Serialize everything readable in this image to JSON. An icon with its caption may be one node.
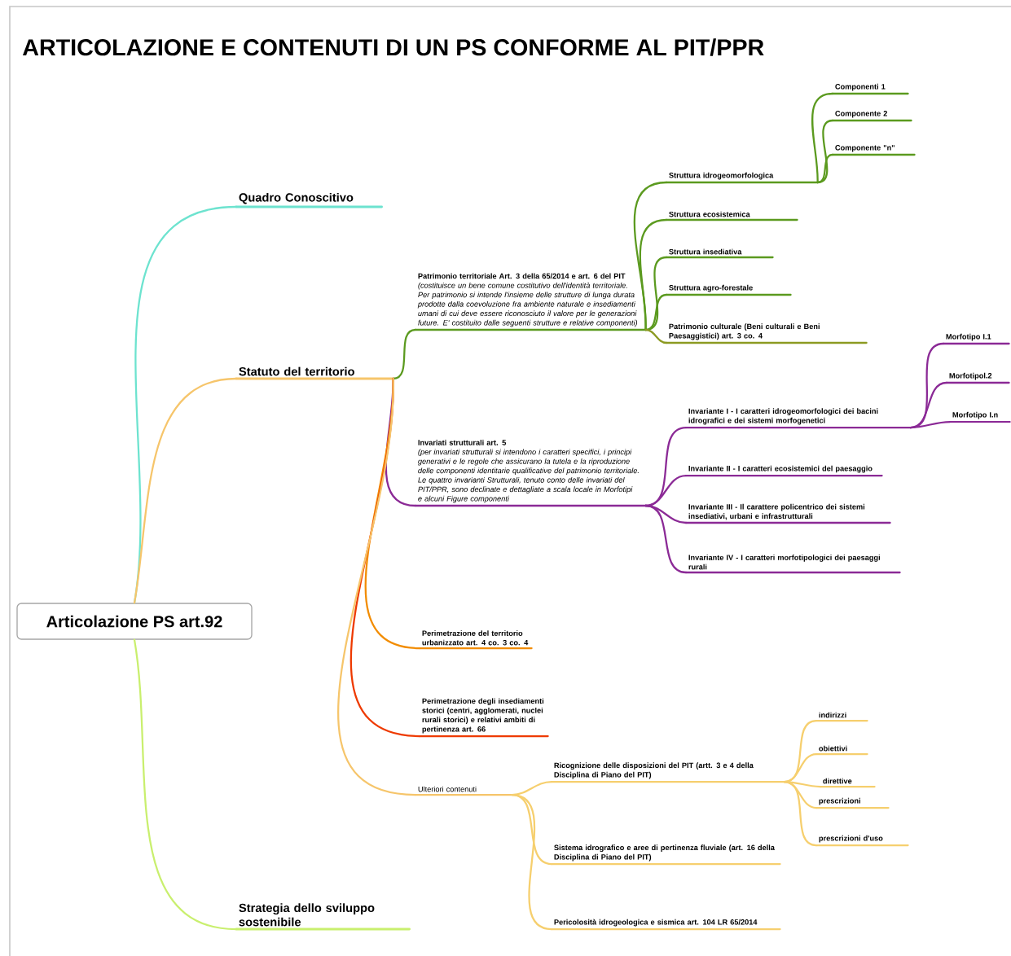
{
  "diagram": {
    "title": "ARTICOLAZIONE E CONTENUTI DI UN PS CONFORME AL PIT/PPR",
    "nodes": [
      {
        "text": [
          "Articolazione PS art.92"
        ]
      },
      {
        "text": [
          "Quadro Conoscitivo"
        ]
      },
      {
        "text": [
          "Statuto del territorio"
        ]
      },
      {
        "text": [
          "Strategia dello sviluppo sostenibile"
        ]
      },
      {
        "text": [
          "**Patrimonio territoriale Art. 3 della 65/2014 e art. 6 del PIT** *(costituisce un bene comune costitutivo dell'identità territoriale. Per patrimonio si intende l'insieme delle strutture di lunga durata prodotte dalla coevoluzione fra ambiente naturale e insediamenti umani di cui deve essere riconosciuto il valore per le generazioni future. E' costituito dalle seguenti strutture e relative componenti)*"
        ]
      },
      {
        "text": [
          "Struttura idrogeomorfologica"
        ]
      },
      {
        "text": [
          "Componenti 1"
        ]
      },
      {
        "text": [
          "Componente 2"
        ]
      },
      {
        "text": [
          "Componente \"n\""
        ]
      },
      {
        "text": [
          "Struttura ecosistemica"
        ]
      },
      {
        "text": [
          "Struttura insediativa"
        ]
      },
      {
        "text": [
          "Struttura agro-forestale"
        ]
      },
      {
        "text": [
          "Patrimonio culturale (Beni culturali e Beni Paesaggistici) art. 3 co. 4"
        ]
      },
      {
        "text": [
          "Invariati strutturali art. 5",
          "(per invariati strutturali si intendono i caratteri specifici, i principi generativi e le regole che assicurano la tutela e la riproduzione delle componenti identitarie qualificative del patrimonio territoriale.  Le quattro invarianti Strutturali, tenuto conto delle invariati del  PIT/PPR, sono declinate e dettagliate a scala locale in Morfotipi e alcuni Figure componenti"
        ]
      },
      {
        "text": [
          "Invariante I - I caratteri idrogeomorfologici dei bacini idrografici e dei sistemi morfogenetici"
        ]
      },
      {
        "text": [
          "Morfotipo I.1"
        ]
      },
      {
        "text": [
          "Morfotipol.2"
        ]
      },
      {
        "text": [
          "Morfotipo I.n"
        ]
      },
      {
        "text": [
          "Invariante II - I caratteri ecosistemici del paesaggio"
        ]
      },
      {
        "text": [
          "Invariante III - Il carattere policentrico dei sistemi insediativi, urbani e infrastrutturali"
        ]
      },
      {
        "text": [
          "Invariante IV -  I caratteri morfotipologici dei paesaggi rurali"
        ]
      },
      {
        "text": [
          "Perimetrazione del territorio urbanizzato art. 4 co. 3 co. 4"
        ]
      },
      {
        "text": [
          "Perimetrazione degli insediamenti storici (centri, agglomerati, nuclei rurali storici) e relativi ambiti di pertinenza art. 66"
        ]
      },
      {
        "text": [
          "Ulteriori contenuti"
        ]
      },
      {
        "text": [
          "Ricognizione delle disposizioni del PIT (artt. 3 e 4 della Disciplina di Piano del PIT)"
        ]
      },
      {
        "text": [
          "indirizzi"
        ]
      },
      {
        "text": [
          "obiettivi"
        ]
      },
      {
        "text": [
          "direttive"
        ]
      },
      {
        "text": [
          "prescrizioni"
        ]
      },
      {
        "text": [
          "prescrizioni d'uso"
        ]
      },
      {
        "text": [
          "Sistema idrografico e aree di pertinenza fluviale (art. 16 della Disciplina di Piano del PIT)"
        ]
      },
      {
        "text": [
          "Pericolosità idrogeologica e sismica art. 104 LR 65/2014"
        ]
      }
    ],
    "edges": [
      {
        "from": 0,
        "to": 1,
        "arrow": "none",
        "color": "#6de3cf"
      },
      {
        "from": 0,
        "to": 2,
        "arrow": "none",
        "color": "#f6c56b"
      },
      {
        "from": 0,
        "to": 3,
        "arrow": "none",
        "color": "#c9ef6e"
      },
      {
        "from": 2,
        "to": 4,
        "arrow": "none",
        "color": "#5b9a1f"
      },
      {
        "from": 4,
        "to": 5,
        "arrow": "none",
        "color": "#5b9a1f"
      },
      {
        "from": 5,
        "to": 6,
        "arrow": "none",
        "color": "#5b9a1f"
      },
      {
        "from": 5,
        "to": 7,
        "arrow": "none",
        "color": "#5b9a1f"
      },
      {
        "from": 5,
        "to": 8,
        "arrow": "none",
        "color": "#5b9a1f"
      },
      {
        "from": 4,
        "to": 9,
        "arrow": "none",
        "color": "#5b9a1f"
      },
      {
        "from": 4,
        "to": 10,
        "arrow": "none",
        "color": "#5b9a1f"
      },
      {
        "from": 4,
        "to": 11,
        "arrow": "none",
        "color": "#5b9a1f"
      },
      {
        "from": 4,
        "to": 12,
        "arrow": "none",
        "color": "#8c9a22"
      },
      {
        "from": 2,
        "to": 13,
        "arrow": "none",
        "color": "#8b2a96"
      },
      {
        "from": 13,
        "to": 14,
        "arrow": "none",
        "color": "#8b2a96"
      },
      {
        "from": 14,
        "to": 15,
        "arrow": "none",
        "color": "#8b2a96"
      },
      {
        "from": 14,
        "to": 16,
        "arrow": "none",
        "color": "#8b2a96"
      },
      {
        "from": 14,
        "to": 17,
        "arrow": "none",
        "color": "#8b2a96"
      },
      {
        "from": 13,
        "to": 18,
        "arrow": "none",
        "color": "#8b2a96"
      },
      {
        "from": 13,
        "to": 19,
        "arrow": "none",
        "color": "#8b2a96"
      },
      {
        "from": 13,
        "to": 20,
        "arrow": "none",
        "color": "#8b2a96"
      },
      {
        "from": 2,
        "to": 21,
        "arrow": "none",
        "color": "#f28c00"
      },
      {
        "from": 2,
        "to": 22,
        "arrow": "none",
        "color": "#ee3a00"
      },
      {
        "from": 2,
        "to": 23,
        "arrow": "none",
        "color": "#f6c56b"
      },
      {
        "from": 23,
        "to": 24,
        "arrow": "none",
        "color": "#f6cf6e"
      },
      {
        "from": 24,
        "to": 25,
        "arrow": "none",
        "color": "#f6cf6e"
      },
      {
        "from": 24,
        "to": 26,
        "arrow": "none",
        "color": "#f6cf6e"
      },
      {
        "from": 24,
        "to": 27,
        "arrow": "none",
        "color": "#f6cf6e"
      },
      {
        "from": 24,
        "to": 28,
        "arrow": "none",
        "color": "#f6cf6e"
      },
      {
        "from": 24,
        "to": 29,
        "arrow": "none",
        "color": "#f6cf6e"
      },
      {
        "from": 23,
        "to": 30,
        "arrow": "none",
        "color": "#f6cf6e"
      },
      {
        "from": 23,
        "to": 31,
        "arrow": "none",
        "color": "#f6cf6e"
      }
    ]
  }
}
